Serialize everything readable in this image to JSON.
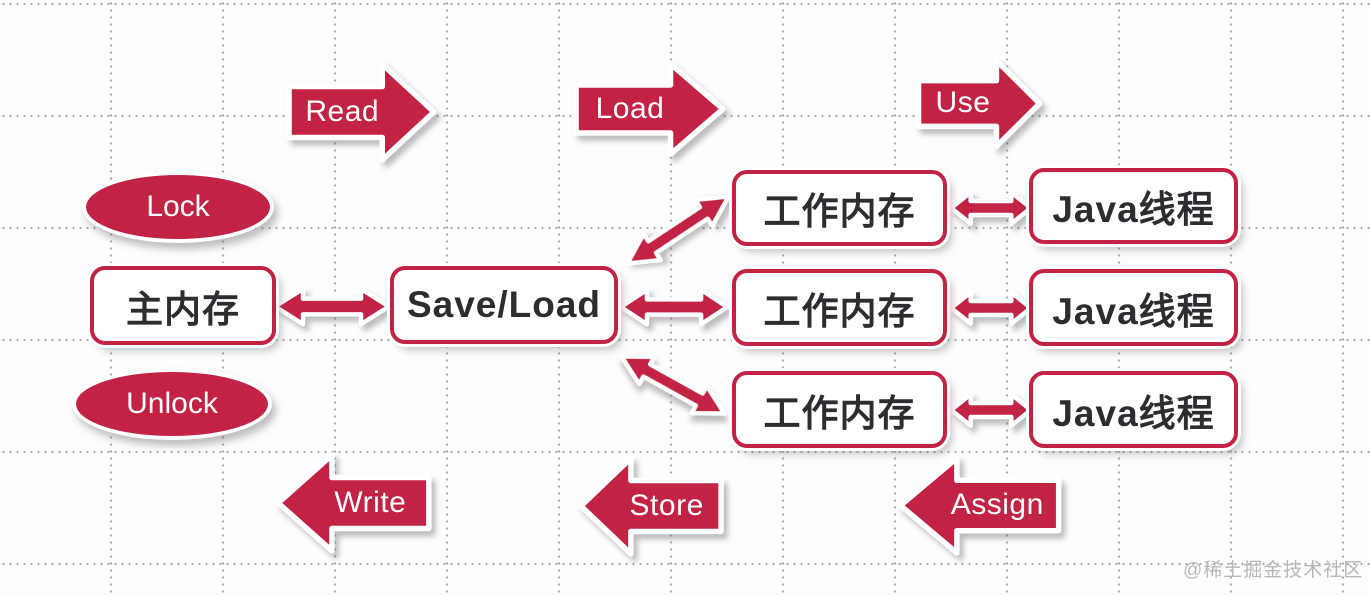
{
  "colors": {
    "red": "#c22344",
    "node_text": "#2c2d31",
    "grid_dot": "#ababab",
    "watermark_gray": "#b8b8b8"
  },
  "nodes": {
    "main_memory": "主内存",
    "save_load": "Save/Load",
    "work_memory": "工作内存",
    "java_thread": "Java线程"
  },
  "states": {
    "lock": "Lock",
    "unlock": "Unlock"
  },
  "operations": {
    "read": "Read",
    "load": "Load",
    "use": "Use",
    "write": "Write",
    "store": "Store",
    "assign": "Assign"
  },
  "watermark": "@稀土掘金技术社区"
}
